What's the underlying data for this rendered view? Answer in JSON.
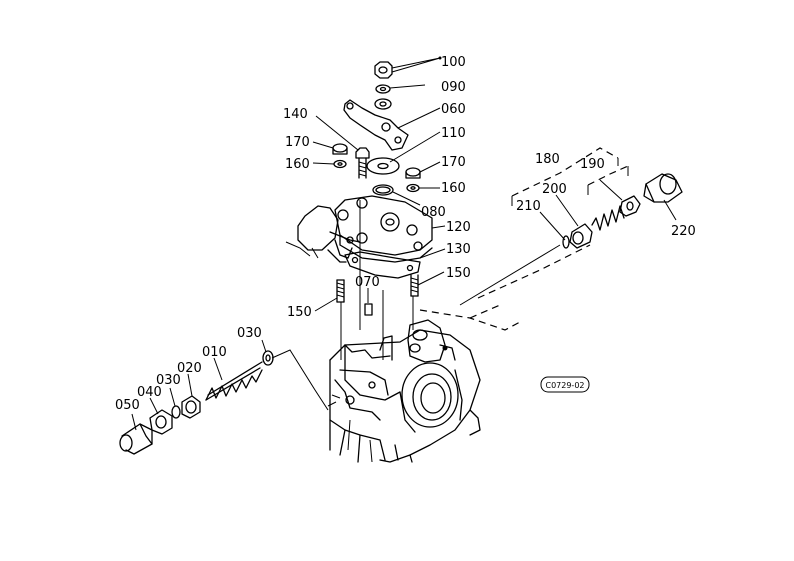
{
  "labels": {
    "p100": "100",
    "p090": "090",
    "p060": "060",
    "p140": "140",
    "p110": "110",
    "p170a": "170",
    "p160a": "160",
    "p170b": "170",
    "p160b": "160",
    "p080": "080",
    "p120": "120",
    "p130": "130",
    "p150a": "150",
    "p150b": "150",
    "p070": "070",
    "p180": "180",
    "p190": "190",
    "p200": "200",
    "p210": "210",
    "p220": "220",
    "p030a": "030",
    "p010": "010",
    "p020": "020",
    "p030b": "030",
    "p040": "040",
    "p050": "050"
  },
  "reference_code": "C0729-02"
}
